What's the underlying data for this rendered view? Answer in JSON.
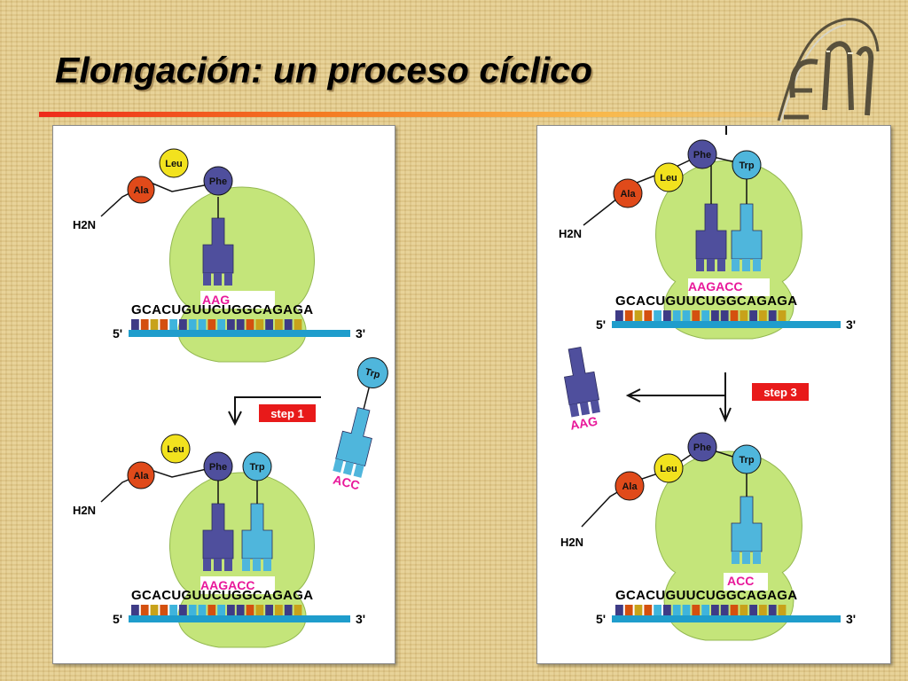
{
  "slide": {
    "title": "Elongación: un proceso cíclico"
  },
  "colors": {
    "ribosome": "#c4e57a",
    "mrna_strand": "#1f9dcc",
    "trna_phe": "#4f4f9d",
    "trna_trp": "#4fb6dc",
    "anticodon_text": "#e8189a",
    "ala": "#e04a1a",
    "leu": "#f2e21e",
    "phe": "#4f4f9d",
    "trp": "#4fb6dc",
    "step_label": "#e81a1a",
    "title_rule": "#ee2a1b"
  },
  "diagram": {
    "mrna_sequence": "GCACUGUUCUGGCAGAGA",
    "five_prime": "5'",
    "three_prime": "3'",
    "n_terminus": "H2N",
    "amino_acids": {
      "ala": "Ala",
      "leu": "Leu",
      "phe": "Phe",
      "trp": "Trp"
    },
    "anticodons": {
      "phe": "AAG",
      "trp": "ACC",
      "both": "AAGACC"
    },
    "steps": {
      "step1": "step 1",
      "step3": "step 3"
    }
  }
}
